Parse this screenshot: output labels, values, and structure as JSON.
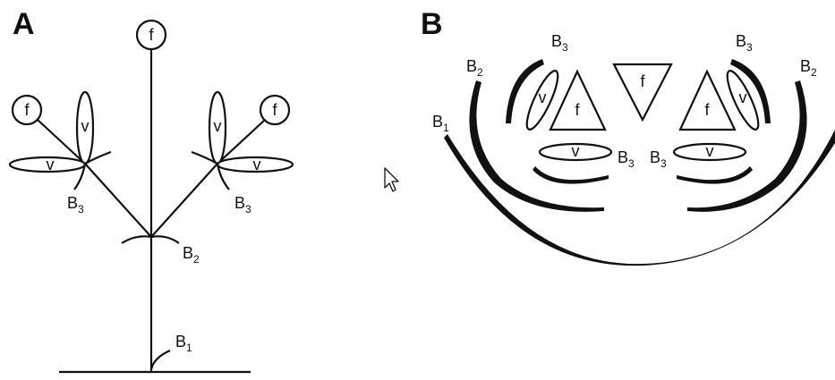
{
  "panel_a": {
    "label": "A",
    "floral_label": "f",
    "vegetative_label": "v",
    "bract_1": {
      "text": "B",
      "sub": "1"
    },
    "bract_2": {
      "text": "B",
      "sub": "2"
    },
    "bract_3": {
      "text": "B",
      "sub": "3"
    }
  },
  "panel_b": {
    "label": "B",
    "floral_label": "f",
    "vegetative_label": "v",
    "bract_1": {
      "text": "B",
      "sub": "1"
    },
    "bract_2": {
      "text": "B",
      "sub": "2"
    },
    "bract_3": {
      "text": "B",
      "sub": "3"
    }
  },
  "cursor_icon": "arrow-pointer-icon",
  "colors": {
    "ink": "#111111",
    "background": "#ffffff"
  }
}
